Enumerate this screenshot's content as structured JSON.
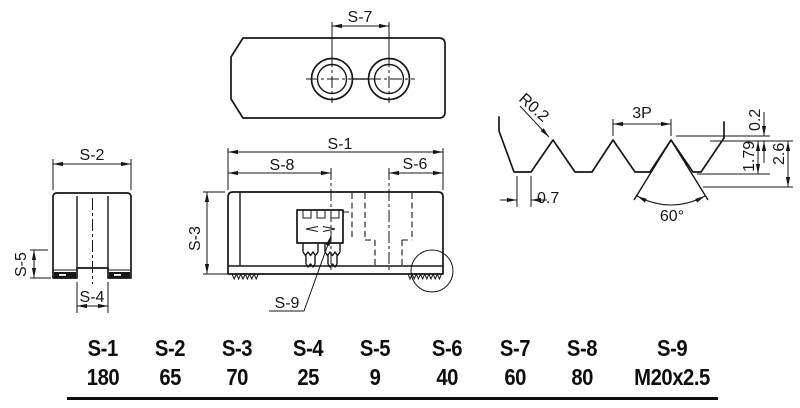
{
  "labels": {
    "s1": "S-1",
    "s2": "S-2",
    "s3": "S-3",
    "s4": "S-4",
    "s5": "S-5",
    "s6": "S-6",
    "s7": "S-7",
    "s8": "S-8",
    "s9": "S-9",
    "radius": "R0.2",
    "pitch": "3P",
    "root_width": "0.7",
    "angle": "60°",
    "crest_truncation": "0.2",
    "tooth_depth": "1.79",
    "tooth_height": "2.6"
  },
  "table": {
    "columns": [
      {
        "name": "S-1",
        "value": "180"
      },
      {
        "name": "S-2",
        "value": "65"
      },
      {
        "name": "S-3",
        "value": "70"
      },
      {
        "name": "S-4",
        "value": "25"
      },
      {
        "name": "S-5",
        "value": "9"
      },
      {
        "name": "S-6",
        "value": "40"
      },
      {
        "name": "S-7",
        "value": "60"
      },
      {
        "name": "S-8",
        "value": "80"
      },
      {
        "name": "S-9",
        "value": "M20x2.5"
      }
    ]
  }
}
